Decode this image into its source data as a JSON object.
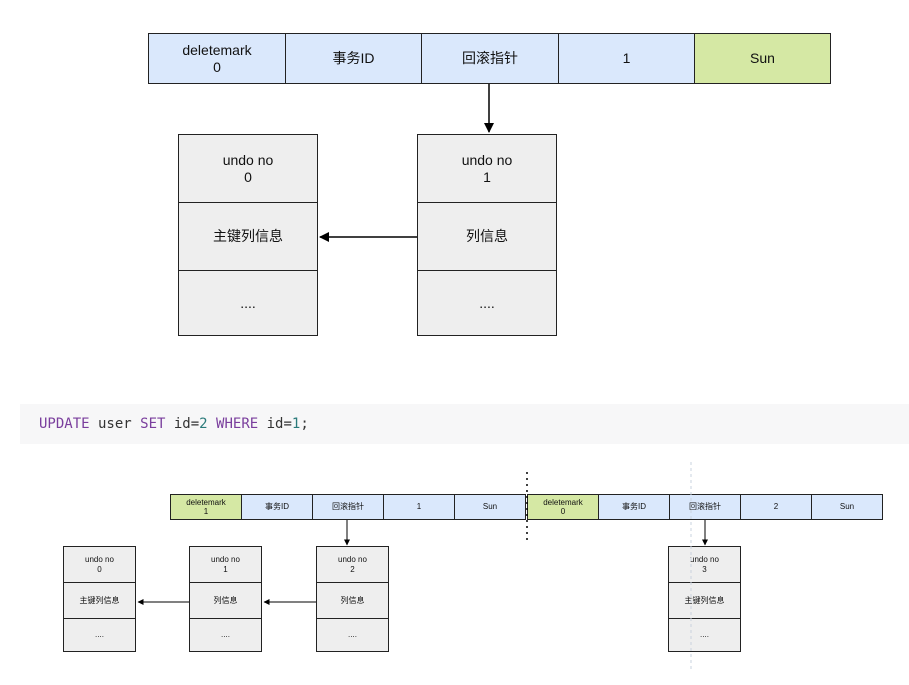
{
  "top": {
    "record": [
      {
        "l1": "deletemark",
        "l2": "0",
        "color": "blue"
      },
      {
        "l1": "事务ID",
        "l2": "",
        "color": "blue"
      },
      {
        "l1": "回滚指针",
        "l2": "",
        "color": "blue"
      },
      {
        "l1": "1",
        "l2": "",
        "color": "blue"
      },
      {
        "l1": "Sun",
        "l2": "",
        "color": "green"
      }
    ],
    "undo_left": {
      "title": "undo no",
      "no": "0",
      "info": "主键列信息",
      "more": "...."
    },
    "undo_right": {
      "title": "undo no",
      "no": "1",
      "info": "列信息",
      "more": "...."
    }
  },
  "code": {
    "kw1": "UPDATE",
    "t1": " user ",
    "kw2": "SET",
    "t2": " id=",
    "n1": "2",
    "t3": " ",
    "kw3": "WHERE",
    "t4": " id=",
    "n2": "1",
    "t5": ";"
  },
  "bottom": {
    "record_a": [
      {
        "l1": "deletemark",
        "l2": "1",
        "color": "green"
      },
      {
        "l1": "事务ID",
        "l2": "",
        "color": "blue"
      },
      {
        "l1": "回滚指针",
        "l2": "",
        "color": "blue"
      },
      {
        "l1": "1",
        "l2": "",
        "color": "blue"
      },
      {
        "l1": "Sun",
        "l2": "",
        "color": "blue"
      }
    ],
    "record_b": [
      {
        "l1": "deletemark",
        "l2": "0",
        "color": "green"
      },
      {
        "l1": "事务ID",
        "l2": "",
        "color": "blue"
      },
      {
        "l1": "回滚指针",
        "l2": "",
        "color": "blue"
      },
      {
        "l1": "2",
        "l2": "",
        "color": "blue"
      },
      {
        "l1": "Sun",
        "l2": "",
        "color": "blue"
      }
    ],
    "undo": [
      {
        "title": "undo no",
        "no": "0",
        "info": "主键列信息",
        "more": "...."
      },
      {
        "title": "undo no",
        "no": "1",
        "info": "列信息",
        "more": "...."
      },
      {
        "title": "undo no",
        "no": "2",
        "info": "列信息",
        "more": "...."
      },
      {
        "title": "undo no",
        "no": "3",
        "info": "主键列信息",
        "more": "...."
      }
    ]
  }
}
